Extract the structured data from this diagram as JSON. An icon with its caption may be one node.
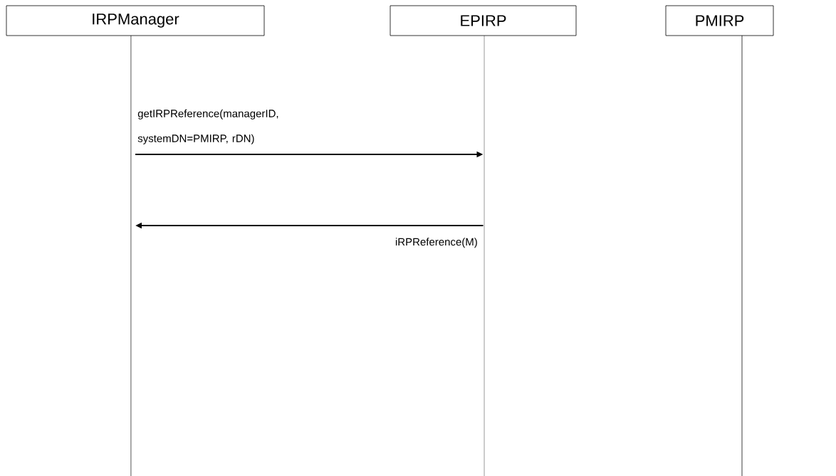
{
  "diagram": {
    "nodes": [
      {
        "text": [
          "IRPManager"
        ]
      },
      {
        "text": [
          "EPIRP"
        ]
      },
      {
        "text": [
          "PMIRP"
        ]
      }
    ],
    "edges": [
      {
        "from": 0,
        "to": 1,
        "arrow": "to",
        "label": "getIRPReference(managerID, systemDN=PMIRP, rDN)"
      },
      {
        "from": 1,
        "to": 0,
        "arrow": "to",
        "label": "iRPReference(M)"
      }
    ]
  }
}
